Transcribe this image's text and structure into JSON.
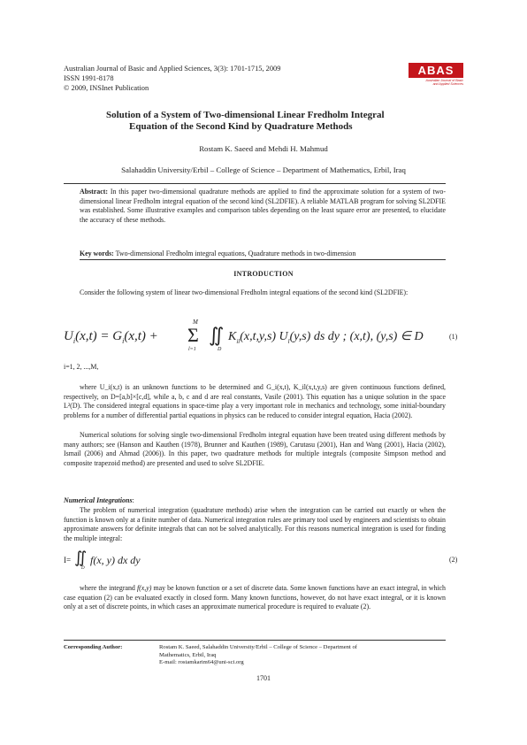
{
  "header": {
    "line1": "Australian Journal of Basic and Applied Sciences, 3(3): 1701-1715, 2009",
    "line2": "ISSN 1991-8178",
    "line3": "© 2009, INSInet Publication"
  },
  "logo": {
    "text": "ABAS",
    "sub1": "Australian Journal of Basic",
    "sub2": "and Applied Sciences"
  },
  "title": {
    "line1": "Solution of a System of Two-dimensional Linear Fredholm Integral",
    "line2": "Equation of the Second Kind by Quadrature Methods"
  },
  "authors": "Rostam K. Saeed and Mehdi H. Mahmud",
  "affiliation": "Salahaddin University/Erbil – College of Science – Department of Mathematics, Erbil, Iraq",
  "abstract": {
    "label": "Abstract:",
    "text": "In this paper two-dimensional quadrature methods are applied to find the approximate solution for a system of two-dimensional linear Fredholm integral equation of the second kind (SL2DFIE). A reliable MATLAB program for solving SL2DFIE was established. Some illustrative examples and comparison tables depending on the least square error are presented, to elucidate the accuracy of these methods."
  },
  "keywords": {
    "label": "Key words:",
    "text": "Two-dimensional Fredholm integral equations, Quadrature methods in two-dimension"
  },
  "section_intro": "INTRODUCTION",
  "intro_p1": "Consider the following system of linear two-dimensional Fredholm integral equations of the second kind (SL2DFIE):",
  "eq1": {
    "lhs": "U",
    "sub_i": "i",
    "args": "(x,t) = G",
    "args2": "(x,t) +",
    "sum_top": "M",
    "sum_bottom": "l=1",
    "sum": "Σ",
    "int": "∬",
    "int_sub": "D",
    "body": "K",
    "body_sub": "il",
    "body_rest": "(x,t,y,s) U",
    "u_sub": "l",
    "tail": "(y,s) ds dy   ;   (x,t), (y,s) ∈ D",
    "number": "(1)"
  },
  "eq1_index": "i=1, 2, ...,M,",
  "intro_p2": "where U_i(x,t) is an unknown functions to be determined and G_i(x,t), K_il(x,t,y,s) are given continuous functions defined, respectively, on D=[a,b]×[c,d], while a, b, c and d are real constants, Vasile (2001). This equation has a unique solution in the space L²(D). The considered integral equations in space-time play a very important role in mechanics and technology, some initial-boundary problems for a number of differential partial equations in physics can be reduced to consider integral equation, Hacia (2002).",
  "intro_p3": "Numerical solutions for solving single two-dimensional Fredholm integral equation have been treated using different methods by many authors; see (Hanson and Kauthen (1978), Brunner and Kauthen (1989), Carutasu (2001), Han and Wang (2001), Hacia (2002), Ismail (2006) and Ahmad (2006)). In this paper, two quadrature methods for multiple integrals (composite Simpson method and composite trapezoid method) are presented and used to solve SL2DFIE.",
  "subsection": "Numerical Integrations",
  "num_p1": "The problem of numerical integration (quadrature methods) arise when the integration can be carried out exactly or when the function is known only at a finite number of data. Some known functions have an exact integral, in which case equation (2) can be evaluated exactly in closed form. Many known functions, however, do not have exact integral, or it is known only at a set of discrete points, in which cases an approximate numerical procedure is required to evaluate (2).",
  "num_p1_wrong": "",
  "eq2": {
    "lhs": "I=",
    "int": "∬",
    "int_sub": "D",
    "body": "f(x, y) dx dy",
    "number": "(2)"
  },
  "footer": {
    "label": "Corresponding Author:",
    "line1": "Rostam K. Saeed, Salahaddin University/Erbil – College of Science – Department of",
    "line2": "Mathematics, Erbil, Iraq",
    "line3": "E-mail: rostamkarim64@uni-sci.org"
  },
  "page_number": "1701"
}
